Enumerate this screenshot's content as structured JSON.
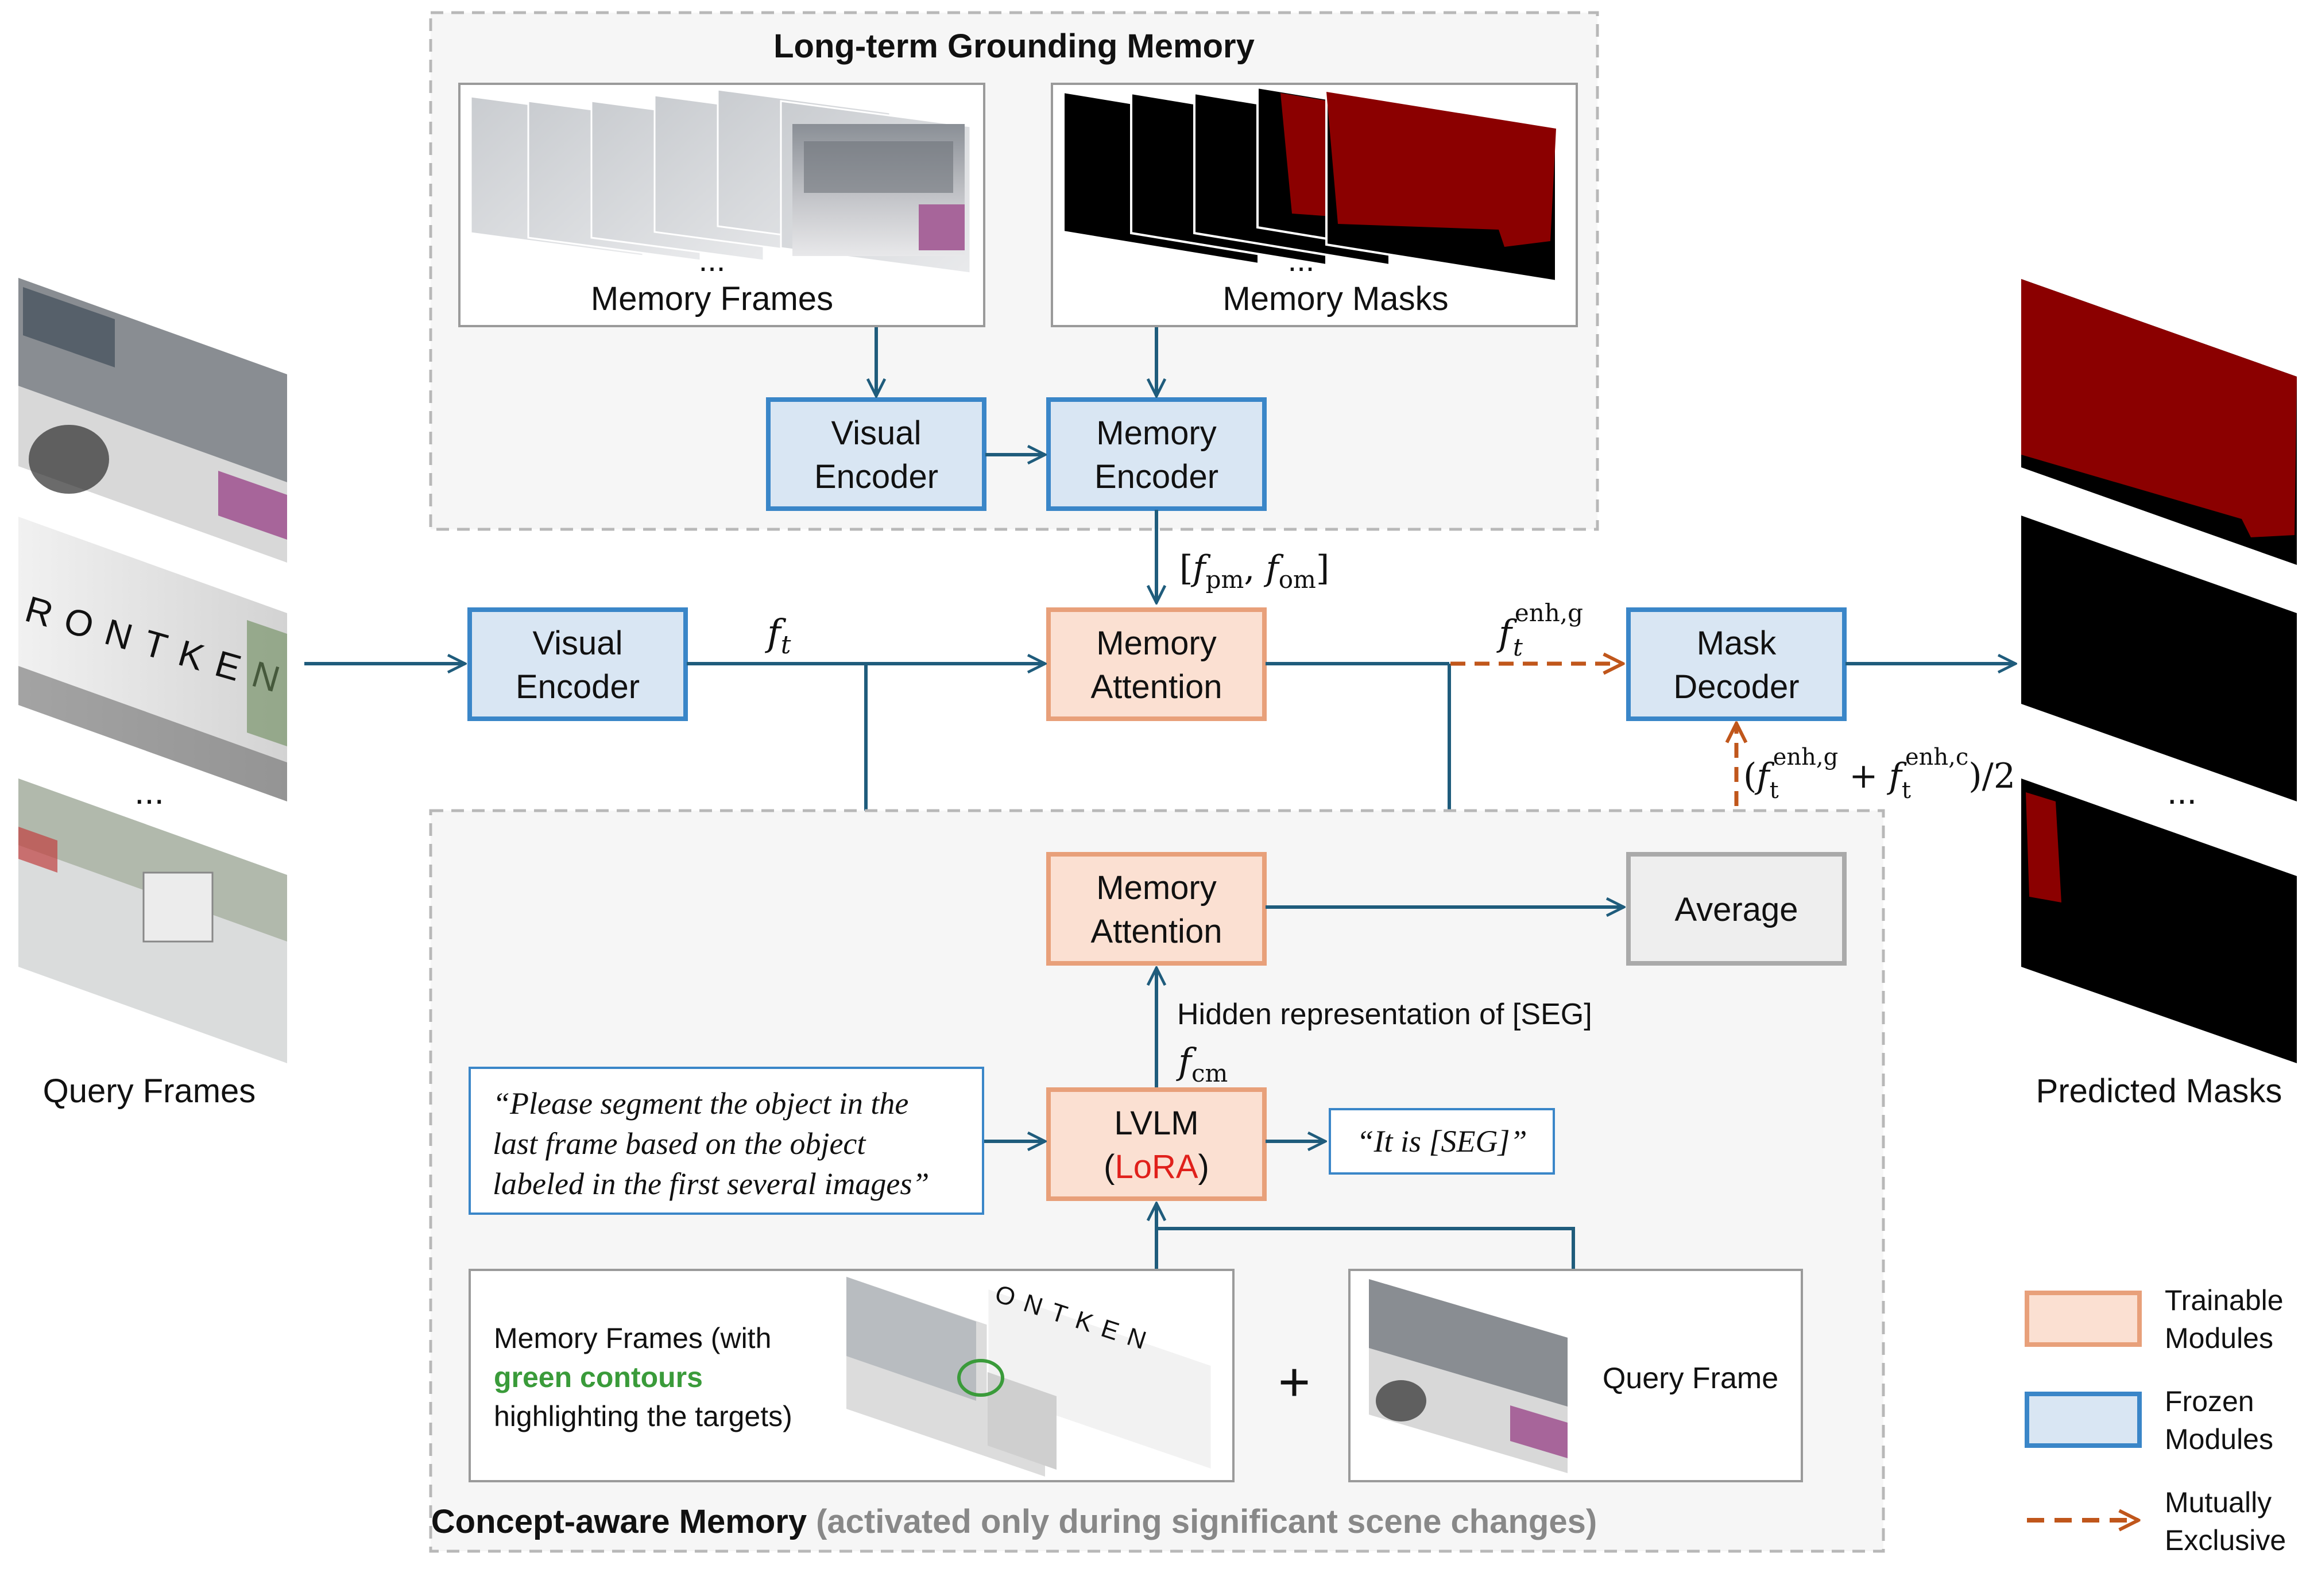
{
  "colors": {
    "trainable_fill": "#fbe0d2",
    "trainable_stroke": "#e8a07a",
    "frozen_fill": "#d9e6f3",
    "frozen_stroke": "#3a86c8",
    "neutral_fill": "#eeeeee",
    "neutral_stroke": "#aaaaaa",
    "arrow": "#1f5c7c",
    "exclusive_arrow": "#c0561b",
    "mask_red": "#8b0000",
    "lora_red": "#e0201b",
    "contour_green": "#3a9b3a",
    "gray_text": "#888888",
    "dashed_border": "#b8b8b8"
  },
  "long_term": {
    "title": "Long-term Grounding Memory",
    "memory_frames_label": "Memory Frames",
    "memory_masks_label": "Memory Masks",
    "ellipsis": "...",
    "visual_encoder": [
      "Visual",
      "Encoder"
    ],
    "memory_encoder": [
      "Memory",
      "Encoder"
    ]
  },
  "query_frames": {
    "label": "Query Frames",
    "ellipsis": "...",
    "watermark": "RONTKEN"
  },
  "predicted_masks": {
    "label": "Predicted Masks",
    "ellipsis": "..."
  },
  "main": {
    "visual_encoder": [
      "Visual",
      "Encoder"
    ],
    "memory_attention": [
      "Memory",
      "Attention"
    ],
    "mask_decoder": [
      "Mask",
      "Decoder"
    ],
    "f_t": {
      "base": "f",
      "sub": "t"
    },
    "f_pm_om": {
      "open": "[",
      "f1": "f",
      "sub1": "pm",
      "comma": ", ",
      "f2": "f",
      "sub2": "om",
      "close": "]"
    },
    "f_enh_g": {
      "base": "f",
      "sub": "t",
      "sup": "enh,g"
    },
    "average_formula": {
      "open": "(",
      "f1": "f",
      "sub1": "t",
      "sup1": "enh,g",
      "plus": " + ",
      "f2": "f",
      "sub2": "t",
      "sup2": "enh,c",
      "close": ")/2"
    }
  },
  "concept": {
    "title_bold": "Concept-aware Memory",
    "title_gray": "(activated only during significant scene changes)",
    "memory_attention": [
      "Memory",
      "Attention"
    ],
    "average": "Average",
    "hidden_rep": "Hidden representation of [SEG]",
    "f_cm": {
      "base": "f",
      "sub": "cm"
    },
    "lvlm": "LVLM",
    "lora_open": "(",
    "lora": "LoRA",
    "lora_close": ")",
    "prompt_lines": [
      "“Please segment the object in the",
      "last frame based on the object",
      "labeled in the first several images”"
    ],
    "answer": "“It is [SEG]”",
    "memory_frames_line1": "Memory Frames (with",
    "memory_frames_green": "green contours",
    "memory_frames_line3": "highlighting the targets)",
    "plus": "+",
    "query_frame": "Query Frame",
    "watermark": "ONTKEN"
  },
  "legend": {
    "trainable": [
      "Trainable",
      "Modules"
    ],
    "frozen": [
      "Frozen",
      "Modules"
    ],
    "exclusive": [
      "Mutually",
      "Exclusive"
    ]
  }
}
